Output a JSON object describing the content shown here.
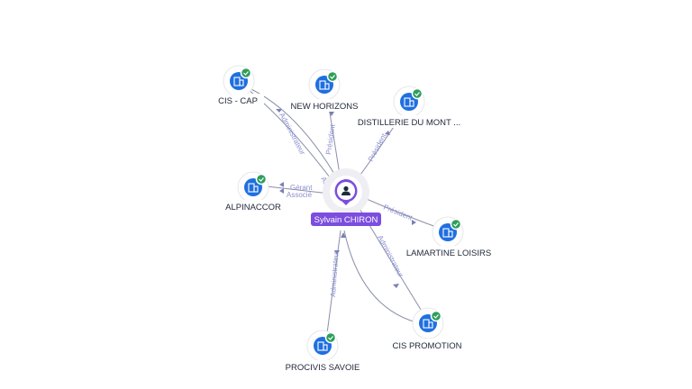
{
  "center": {
    "label": "Sylvain CHIRON",
    "icon": "person-icon",
    "color": "#7c4dde"
  },
  "nodes": [
    {
      "id": "cis-cap",
      "label": "CIS - CAP",
      "icon": "company-building-icon"
    },
    {
      "id": "new-horizons",
      "label": "NEW HORIZONS",
      "icon": "company-building-icon"
    },
    {
      "id": "distillerie",
      "label": "DISTILLERIE DU MONT ...",
      "icon": "company-building-icon"
    },
    {
      "id": "alpinaccor",
      "label": "ALPINACCOR",
      "icon": "company-building-icon"
    },
    {
      "id": "lamartine",
      "label": "LAMARTINE LOISIRS",
      "icon": "company-building-icon"
    },
    {
      "id": "cis-promotion",
      "label": "CIS PROMOTION",
      "icon": "company-building-icon"
    },
    {
      "id": "procivis",
      "label": "PROCIVIS SAVOIE",
      "icon": "company-building-icon"
    }
  ],
  "edges": [
    {
      "to": "cis-cap",
      "label": "Administrateur"
    },
    {
      "to": "new-horizons",
      "label": "Président"
    },
    {
      "to": "distillerie",
      "label": "Président"
    },
    {
      "to": "alpinaccor",
      "label": "Gérant"
    },
    {
      "to": "alpinaccor",
      "label": "Associé"
    },
    {
      "to": "lamartine",
      "label": "Président"
    },
    {
      "to": "cis-promotion",
      "label": "Administrateur"
    },
    {
      "to": "procivis",
      "label": "Administrateur"
    },
    {
      "to": "cis-cap",
      "label": "Administrateur"
    }
  ],
  "colors": {
    "company": "#1f6fe0",
    "verified": "#2e9e5b",
    "edge": "#8a8fa8",
    "edge_label": "#8a8fcf"
  },
  "badge_icon": "check-icon"
}
